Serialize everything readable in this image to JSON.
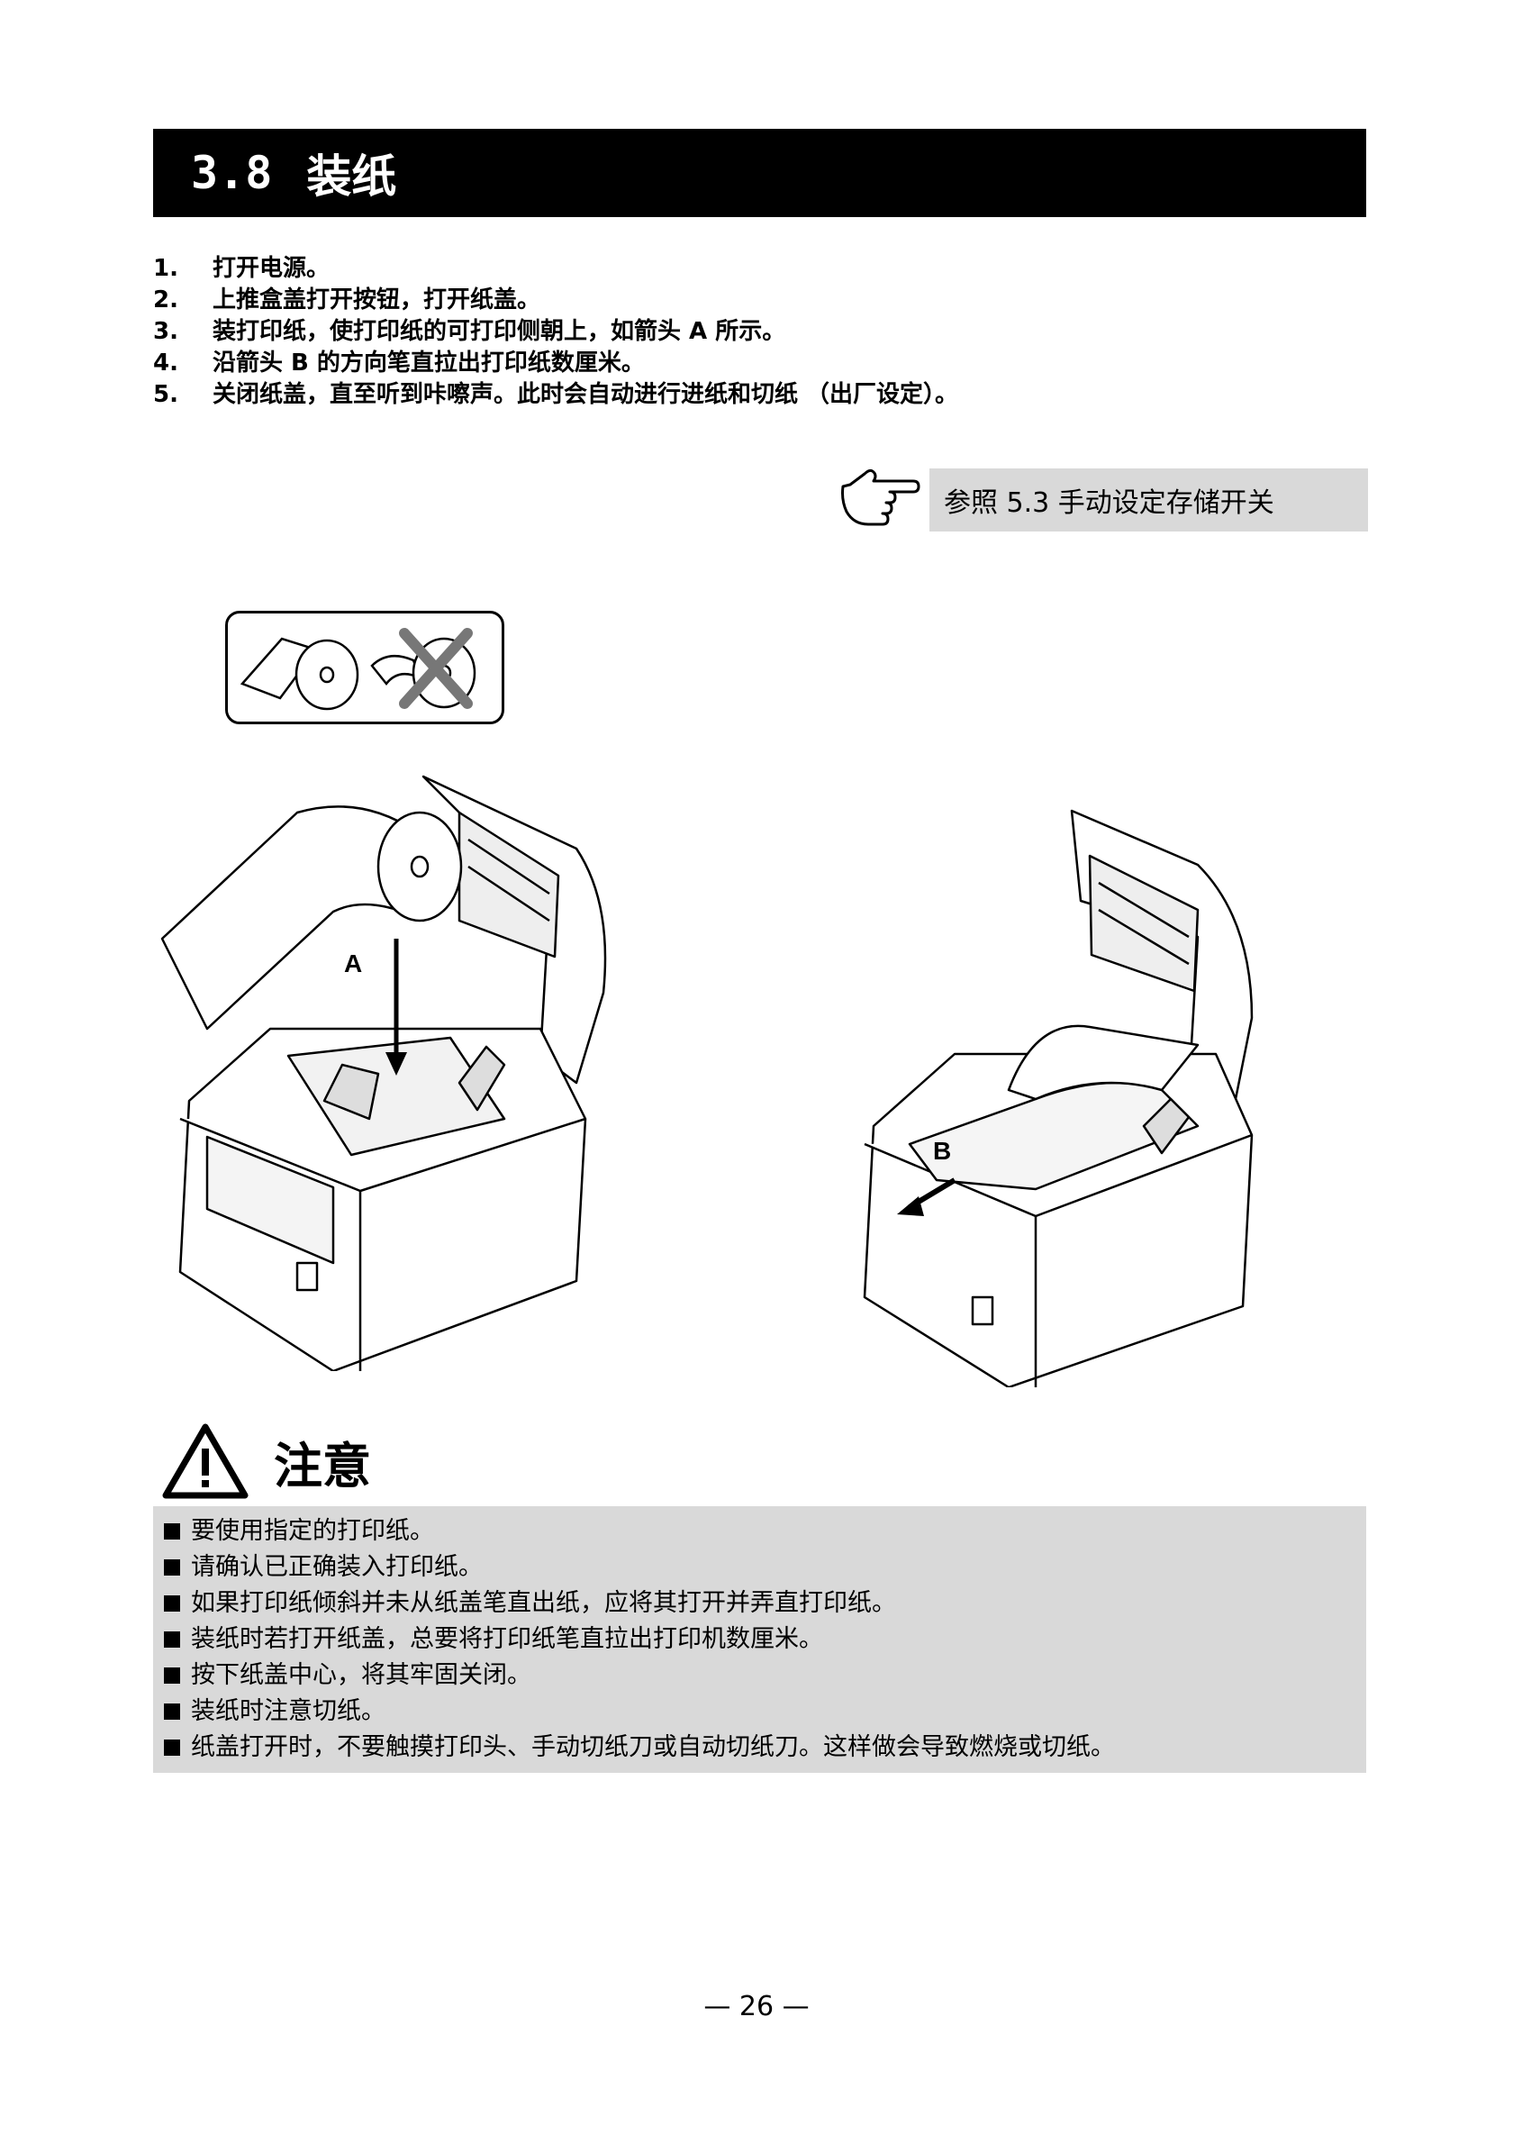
{
  "header": {
    "section_number": "3.8",
    "section_title": "装纸"
  },
  "steps": [
    {
      "num": "1.",
      "text": "打开电源。"
    },
    {
      "num": "2.",
      "text": "上推盒盖打开按钮，打开纸盖。"
    },
    {
      "num": "3.",
      "text": "装打印纸，使打印纸的可打印侧朝上，如箭头 A 所示。"
    },
    {
      "num": "4.",
      "text": "沿箭头 B 的方向笔直拉出打印纸数厘米。"
    },
    {
      "num": "5.",
      "text": "关闭纸盖，直至听到咔嚓声。此时会自动进行进纸和切纸 （出厂设定）。"
    }
  ],
  "reference": {
    "icon": "pointing-hand-icon",
    "text": "参照 5.3 手动设定存储开关"
  },
  "figures": {
    "arrow_a_label": "A",
    "arrow_b_label": "B"
  },
  "caution": {
    "icon": "warning-triangle-icon",
    "title": "注意",
    "items": [
      "要使用指定的打印纸。",
      "请确认已正确装入打印纸。",
      "如果打印纸倾斜并未从纸盖笔直出纸，应将其打开并弄直打印纸。",
      "装纸时若打开纸盖，总要将打印纸笔直拉出打印机数厘米。",
      "按下纸盖中心，将其牢固关闭。",
      "装纸时注意切纸。",
      "纸盖打开时，不要触摸打印头、手动切纸刀或自动切纸刀。这样做会导致燃烧或切纸。"
    ]
  },
  "footer": {
    "page_number": "— 26 —"
  }
}
